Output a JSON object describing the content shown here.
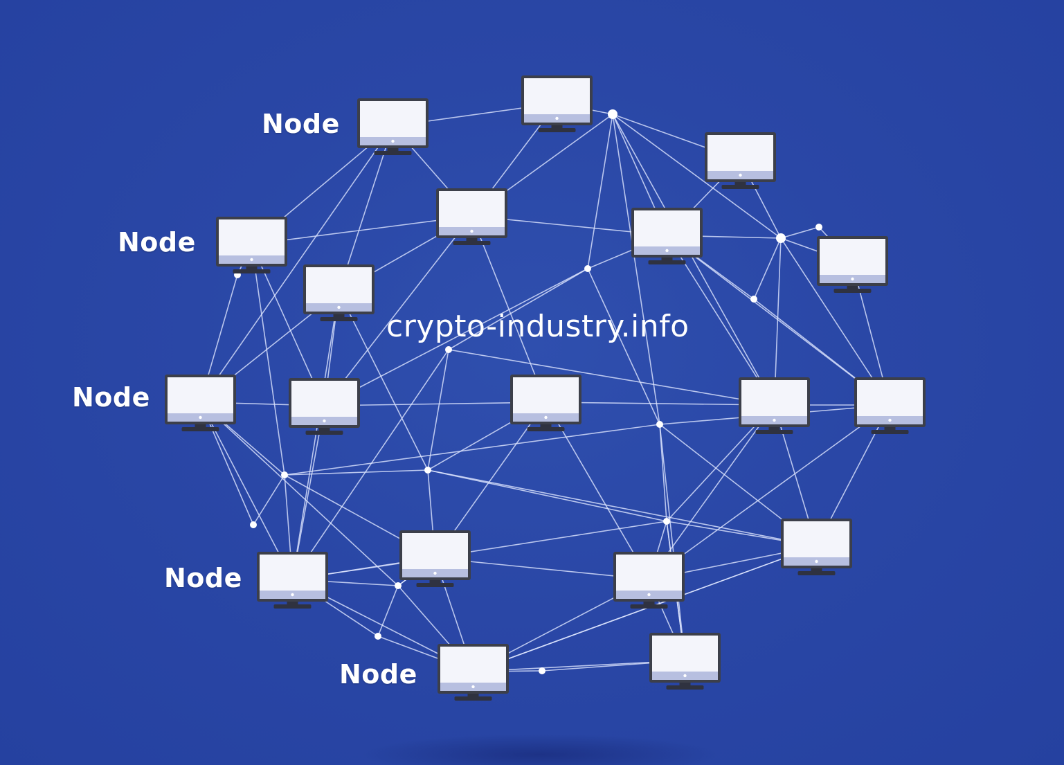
{
  "labels": {
    "node_1": "Node",
    "node_2": "Node",
    "node_3": "Node",
    "node_4": "Node",
    "node_5": "Node"
  },
  "watermark": "crypto-industry.info",
  "colors": {
    "background": "#2a47a6",
    "line": "#dfe6ff",
    "screen": "#f4f5fb",
    "screen_band": "#b7bfe0",
    "frame": "#3c3f4a"
  },
  "icons": {
    "computer": "monitor-icon"
  }
}
